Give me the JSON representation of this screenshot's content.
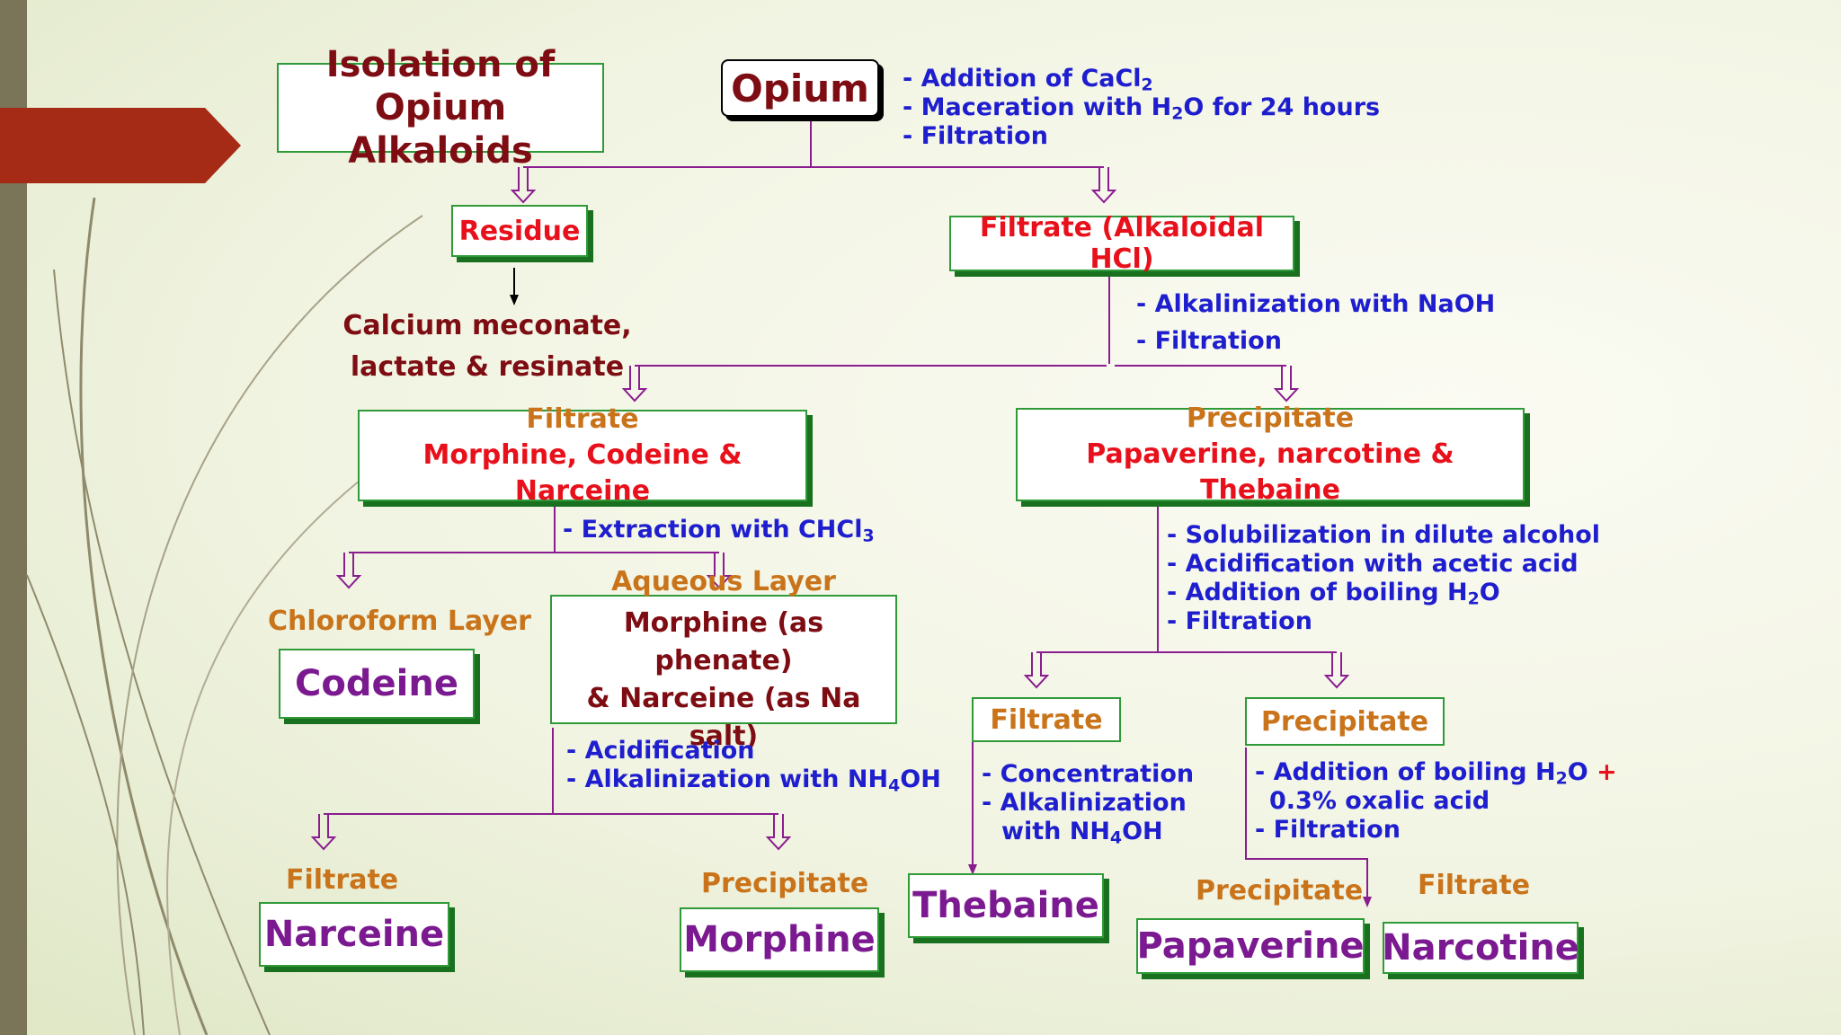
{
  "colors": {
    "box_border": "#2f9a38",
    "box_shadow": "#19701f",
    "connector": "#8a1d8f",
    "instruction_text": "#1e1ecf",
    "red_label": "#e8101a",
    "dark_red_label": "#7d0d12",
    "orange_label": "#c9741b",
    "purple_label": "#7b1a90",
    "accent_arrow": "#a8321b"
  },
  "title": {
    "line1": "Isolation of",
    "line2": "Opium Alkaloids"
  },
  "opium": {
    "label": "Opium",
    "steps": {
      "s1_pre": "- Addition of CaCl",
      "s1_sub": "2",
      "s2_pre": "- Maceration with H",
      "s2_sub": "2",
      "s2_post": "O for 24 hours",
      "s3": "- Filtration"
    }
  },
  "residue": {
    "label": "Residue",
    "product_line1": "Calcium meconate,",
    "product_line2": "lactate & resinate"
  },
  "filtrate_hcl": {
    "label": "Filtrate (Alkaloidal HCl)",
    "steps": {
      "s1": "- Alkalinization with NaOH",
      "s2": "- Filtration"
    }
  },
  "filtrate_mcn": {
    "title": "Filtrate",
    "contents": "Morphine, Codeine & Narceine",
    "steps": {
      "s1_pre": "- Extraction with CHCl",
      "s1_sub": "3"
    }
  },
  "precipitate_pnt": {
    "title": "Precipitate",
    "contents": "Papaverine, narcotine & Thebaine",
    "steps": {
      "s1": "- Solubilization in dilute alcohol",
      "s2": "- Acidification with acetic acid",
      "s3_pre": "- Addition of boiling H",
      "s3_sub": "2",
      "s3_post": "O",
      "s4": "- Filtration"
    }
  },
  "chloroform_layer": {
    "label": "Chloroform Layer",
    "product": "Codeine"
  },
  "aqueous_layer": {
    "title": "Aqueous Layer",
    "line1": "Morphine (as phenate)",
    "line2": "& Narceine (as Na salt)",
    "steps": {
      "s1": "- Acidification",
      "s2_pre": "- Alkalinization with NH",
      "s2_sub": "4",
      "s2_post": "OH"
    }
  },
  "narceine_branch": {
    "label": "Filtrate",
    "product": "Narceine"
  },
  "morphine_branch": {
    "label": "Precipitate",
    "product": "Morphine"
  },
  "thebaine_branch": {
    "label": "Filtrate",
    "steps": {
      "s1": "- Concentration",
      "s2": "- Alkalinization",
      "s3_pre": "with NH",
      "s3_sub": "4",
      "s3_post": "OH"
    },
    "product": "Thebaine"
  },
  "pn_branch": {
    "label": "Precipitate",
    "steps": {
      "s1_pre": "- Addition of boiling H",
      "s1_sub": "2",
      "s1_post": "O ",
      "s1_plus": "+",
      "s2": "0.3% oxalic acid",
      "s3": "- Filtration"
    }
  },
  "papaverine_branch": {
    "label": "Precipitate",
    "product": "Papaverine"
  },
  "narcotine_branch": {
    "label": "Filtrate",
    "product": "Narcotine"
  }
}
